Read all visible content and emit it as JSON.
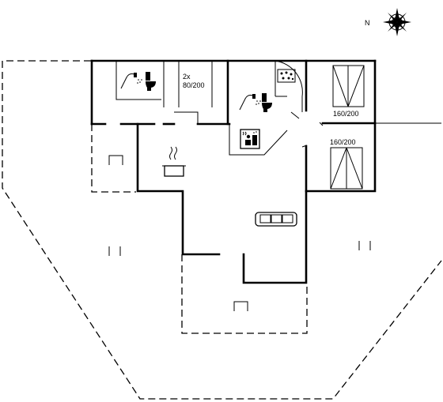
{
  "compass": {
    "north_label": "N",
    "icon": "compass-rose-icon"
  },
  "bedroom_a": {
    "bed_label": "2x\n80/200",
    "line1": "2x",
    "line2": "80/200"
  },
  "bedroom_b": {
    "bed_label": "160/200"
  },
  "bedroom_c": {
    "bed_label": "160/200"
  },
  "rooms": {
    "bathroom_1": {
      "icons": [
        "shower-icon",
        "toilet-icon"
      ]
    },
    "bathroom_2": {
      "icons": [
        "shower-icon",
        "toilet-icon",
        "whirlpool-icon"
      ]
    },
    "sauna": {
      "icons": [
        "sauna-icon"
      ]
    },
    "kitchen": {
      "icons": [
        "cooking-pot-icon"
      ]
    },
    "living": {
      "icons": [
        "sofa-icon"
      ]
    },
    "terrace": {
      "icons": [
        "garden-chair-icon"
      ]
    }
  }
}
